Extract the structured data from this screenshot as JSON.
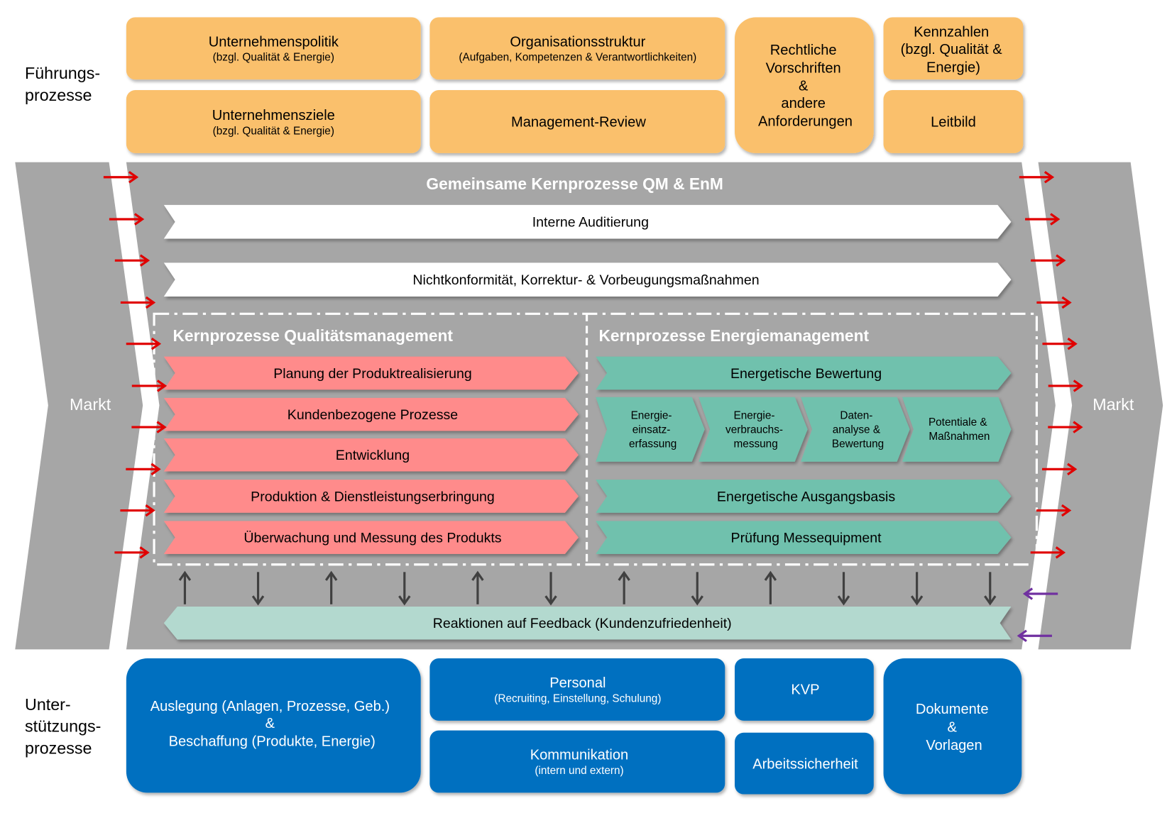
{
  "leadership": {
    "label_lines": [
      "Führungs-",
      "prozesse"
    ],
    "boxes": [
      {
        "title": "Unternehmenspolitik",
        "subtitle": "(bzgl. Qualität & Energie)"
      },
      {
        "title": "Organisationsstruktur",
        "subtitle": "(Aufgaben, Kompetenzen & Verantwortlichkeiten)"
      },
      {
        "lines": [
          "Rechtliche",
          "Vorschriften",
          "&",
          "andere",
          "Anforderungen"
        ]
      },
      {
        "lines": [
          "Kennzahlen",
          "(bzgl. Qualität &",
          "Energie)"
        ]
      },
      {
        "title": "Unternehmensziele",
        "subtitle": "(bzgl. Qualität & Energie)"
      },
      {
        "title": "Management-Review"
      },
      {
        "title": "Leitbild"
      }
    ]
  },
  "market": {
    "inbound_label": "Markt",
    "outbound_label": "Markt"
  },
  "core": {
    "title": "Gemeinsame Kernprozesse QM & EnM",
    "shared_processes": [
      "Interne Auditierung",
      "Nichtkonformität, Korrektur- & Vorbeugungsmaßnahmen"
    ],
    "quality": {
      "title": "Kernprozesse Qualitätsmanagement",
      "processes": [
        "Planung der Produktrealisierung",
        "Kundenbezogene Prozesse",
        "Entwicklung",
        "Produktion & Dienstleistungserbringung",
        "Überwachung und Messung des Produkts"
      ]
    },
    "energy": {
      "title": "Kernprozesse Energiemanagement",
      "processes": [
        "Energetische Bewertung",
        "Energetische Ausgangsbasis",
        "Prüfung Messequipment"
      ],
      "assessment_steps": [
        {
          "lines": [
            "Energie-",
            "einsatz-",
            "erfassung"
          ]
        },
        {
          "lines": [
            "Energie-",
            "verbrauchs-",
            "messung"
          ]
        },
        {
          "lines": [
            "Daten-",
            "analyse &",
            "Bewertung"
          ]
        },
        {
          "lines": [
            "Potentiale &",
            "Maßnahmen"
          ]
        }
      ]
    },
    "exchange_arrows": [
      "arrow-up-icon",
      "arrow-down-icon",
      "arrow-up-icon",
      "arrow-down-icon",
      "arrow-up-icon",
      "arrow-down-icon",
      "arrow-up-icon",
      "arrow-down-icon",
      "arrow-up-icon",
      "arrow-down-icon",
      "arrow-down-icon",
      "arrow-down-icon"
    ],
    "feedback": "Reaktionen auf Feedback (Kundenzufriedenheit)"
  },
  "flow_arrows": {
    "inbound": [
      "arrow-right-icon",
      "arrow-right-icon",
      "arrow-right-icon",
      "arrow-right-icon",
      "arrow-right-icon",
      "arrow-right-icon",
      "arrow-right-icon",
      "arrow-right-icon",
      "arrow-right-icon",
      "arrow-right-icon"
    ],
    "outbound": [
      "arrow-right-icon",
      "arrow-right-icon",
      "arrow-right-icon",
      "arrow-right-icon",
      "arrow-right-icon",
      "arrow-right-icon",
      "arrow-right-icon",
      "arrow-right-icon",
      "arrow-right-icon",
      "arrow-right-icon",
      "arrow-left-icon",
      "arrow-left-icon"
    ]
  },
  "support": {
    "label_lines": [
      "Unter-",
      "stützungs-",
      "prozesse"
    ],
    "boxes": [
      {
        "lines": [
          "Auslegung (Anlagen, Prozesse, Geb.)",
          "&",
          "Beschaffung (Produkte, Energie)"
        ]
      },
      {
        "title": "Personal",
        "subtitle": "(Recruiting, Einstellung, Schulung)"
      },
      {
        "title": "Kommunikation",
        "subtitle": "(intern und extern)"
      },
      {
        "title": "KVP"
      },
      {
        "title": "Arbeitssicherheit"
      },
      {
        "lines": [
          "Dokumente",
          "&",
          "Vorlagen"
        ]
      }
    ]
  },
  "colors": {
    "leadership_box": "#FAC06C",
    "core_band": "#A6A6A6",
    "shared_process": "#FFFFFF",
    "quality_process": "#FF8B8B",
    "energy_process": "#6FC1AD",
    "feedback_process": "#B3D9CF",
    "support_box": "#0070C0",
    "divider": "#FFFFFF",
    "flow_arrow": "#E00000",
    "feedback_arrow": "#7030A0",
    "exchange_arrow": "#404040"
  }
}
